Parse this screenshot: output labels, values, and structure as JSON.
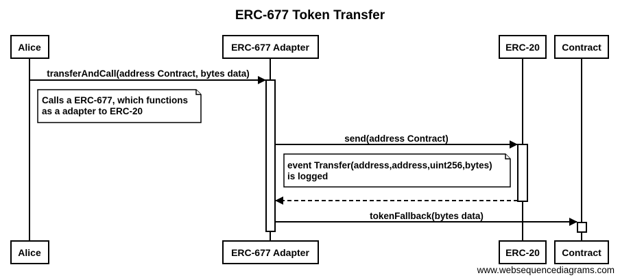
{
  "title": "ERC-677 Token Transfer",
  "participants": {
    "alice": "Alice",
    "adapter": "ERC-677 Adapter",
    "erc20": "ERC-20",
    "contract": "Contract"
  },
  "messages": {
    "m1": "transferAndCall(address Contract, bytes data)",
    "m2": "send(address Contract)",
    "m3": "",
    "m4": "tokenFallback(bytes data)"
  },
  "notes": {
    "n1": [
      "Calls a ERC-677, which functions",
      "as a adapter to ERC-20"
    ],
    "n2": [
      "event Transfer(address,address,uint256,bytes)",
      "is logged"
    ]
  },
  "footer": "www.websequencediagrams.com"
}
